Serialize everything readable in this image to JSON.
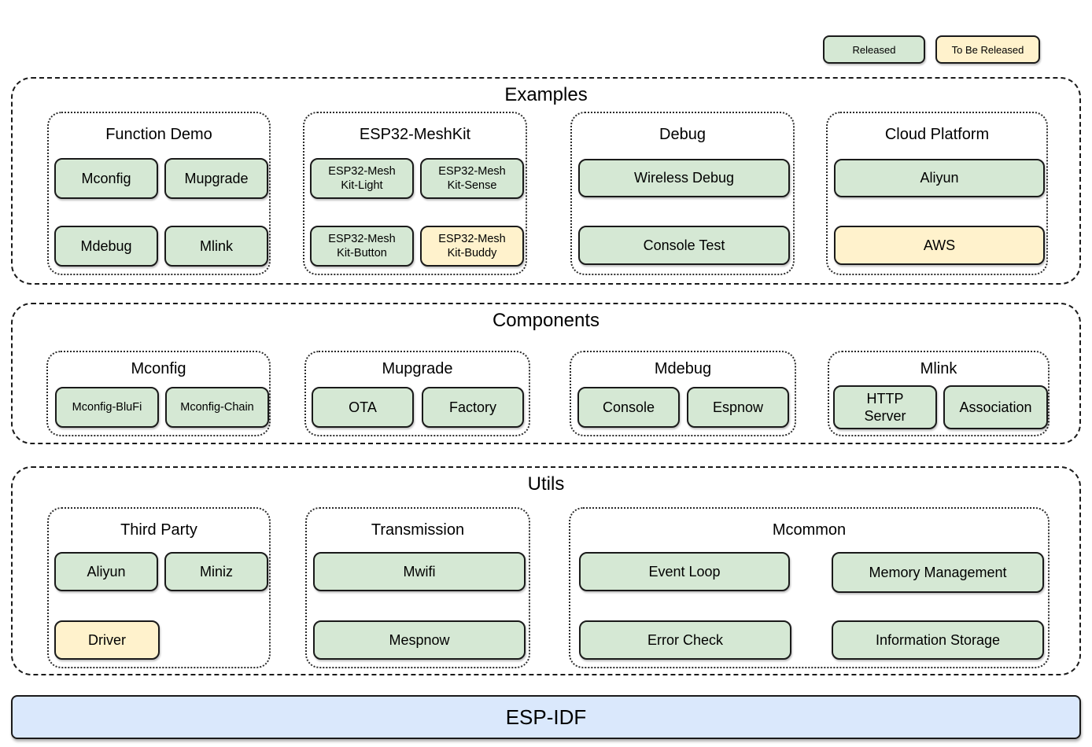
{
  "legend": {
    "items": [
      {
        "label": "Released",
        "status": "released",
        "color": "#d5e8d4"
      },
      {
        "label": "To Be Released",
        "status": "to_be_released",
        "color": "#fff2cc"
      }
    ]
  },
  "colors": {
    "released_fill": "#d5e8d4",
    "to_be_released_fill": "#fff2cc",
    "foundation_fill": "#dae8fc",
    "outline": "#1a1a1a",
    "background": "#ffffff"
  },
  "sections": [
    {
      "title": "Examples",
      "groups": [
        {
          "title": "Function Demo",
          "boxes": [
            {
              "label": "Mconfig",
              "status": "released"
            },
            {
              "label": "Mupgrade",
              "status": "released"
            },
            {
              "label": "Mdebug",
              "status": "released"
            },
            {
              "label": "Mlink",
              "status": "released"
            }
          ]
        },
        {
          "title": "ESP32-MeshKit",
          "boxes": [
            {
              "label": "ESP32-Mesh\nKit-Light",
              "status": "released"
            },
            {
              "label": "ESP32-Mesh\nKit-Sense",
              "status": "released"
            },
            {
              "label": "ESP32-Mesh\nKit-Button",
              "status": "released"
            },
            {
              "label": "ESP32-Mesh\nKit-Buddy",
              "status": "to_be_released"
            }
          ]
        },
        {
          "title": "Debug",
          "boxes": [
            {
              "label": "Wireless Debug",
              "status": "released"
            },
            {
              "label": "Console Test",
              "status": "released"
            }
          ]
        },
        {
          "title": "Cloud Platform",
          "boxes": [
            {
              "label": "Aliyun",
              "status": "released"
            },
            {
              "label": "AWS",
              "status": "to_be_released"
            }
          ]
        }
      ]
    },
    {
      "title": "Components",
      "groups": [
        {
          "title": "Mconfig",
          "boxes": [
            {
              "label": "Mconfig-BluFi",
              "status": "released"
            },
            {
              "label": "Mconfig-Chain",
              "status": "released"
            }
          ]
        },
        {
          "title": "Mupgrade",
          "boxes": [
            {
              "label": "OTA",
              "status": "released"
            },
            {
              "label": "Factory",
              "status": "released"
            }
          ]
        },
        {
          "title": "Mdebug",
          "boxes": [
            {
              "label": "Console",
              "status": "released"
            },
            {
              "label": "Espnow",
              "status": "released"
            }
          ]
        },
        {
          "title": "Mlink",
          "boxes": [
            {
              "label": "HTTP\nServer",
              "status": "released"
            },
            {
              "label": "Association",
              "status": "released"
            }
          ]
        }
      ]
    },
    {
      "title": "Utils",
      "groups": [
        {
          "title": "Third Party",
          "boxes": [
            {
              "label": "Aliyun",
              "status": "released"
            },
            {
              "label": "Miniz",
              "status": "released"
            },
            {
              "label": "Driver",
              "status": "to_be_released"
            }
          ]
        },
        {
          "title": "Transmission",
          "boxes": [
            {
              "label": "Mwifi",
              "status": "released"
            },
            {
              "label": "Mespnow",
              "status": "released"
            }
          ]
        },
        {
          "title": "Mcommon",
          "boxes": [
            {
              "label": "Event Loop",
              "status": "released"
            },
            {
              "label": "Memory Management",
              "status": "released"
            },
            {
              "label": "Error Check",
              "status": "released"
            },
            {
              "label": "Information Storage",
              "status": "released"
            }
          ]
        }
      ]
    }
  ],
  "foundation": {
    "label": "ESP-IDF"
  }
}
